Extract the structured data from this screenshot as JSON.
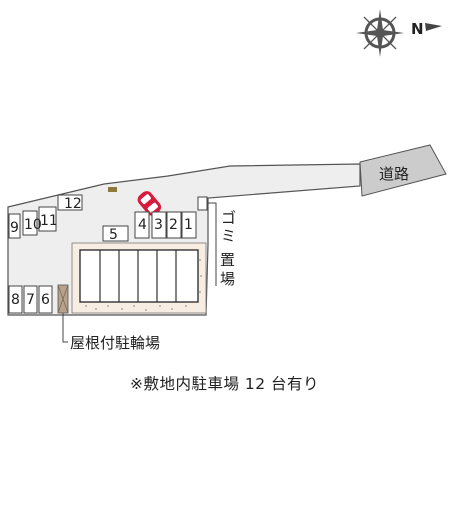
{
  "compass": {
    "north_letter": "N"
  },
  "labels": {
    "road": "道路",
    "garbage": [
      "ゴ",
      "ミ",
      "置",
      "場"
    ],
    "bicycle_roofed": "屋根付駐輪場"
  },
  "parking": {
    "left_upper": [
      "9",
      "10",
      "11"
    ],
    "top_single": "12",
    "middle_single": "5",
    "right_group": [
      "4",
      "3",
      "2",
      "1"
    ],
    "left_lower": [
      "8",
      "7",
      "6"
    ]
  },
  "caption": "※敷地内駐車場 12 台有り",
  "colors": {
    "site_fill": "#eeeeee",
    "outline": "#555555",
    "road_fill": "#cccccc",
    "building_area": "#f8ede2",
    "car": "#d81a3d",
    "bike_shed": "#b7a28c",
    "white": "#ffffff"
  }
}
